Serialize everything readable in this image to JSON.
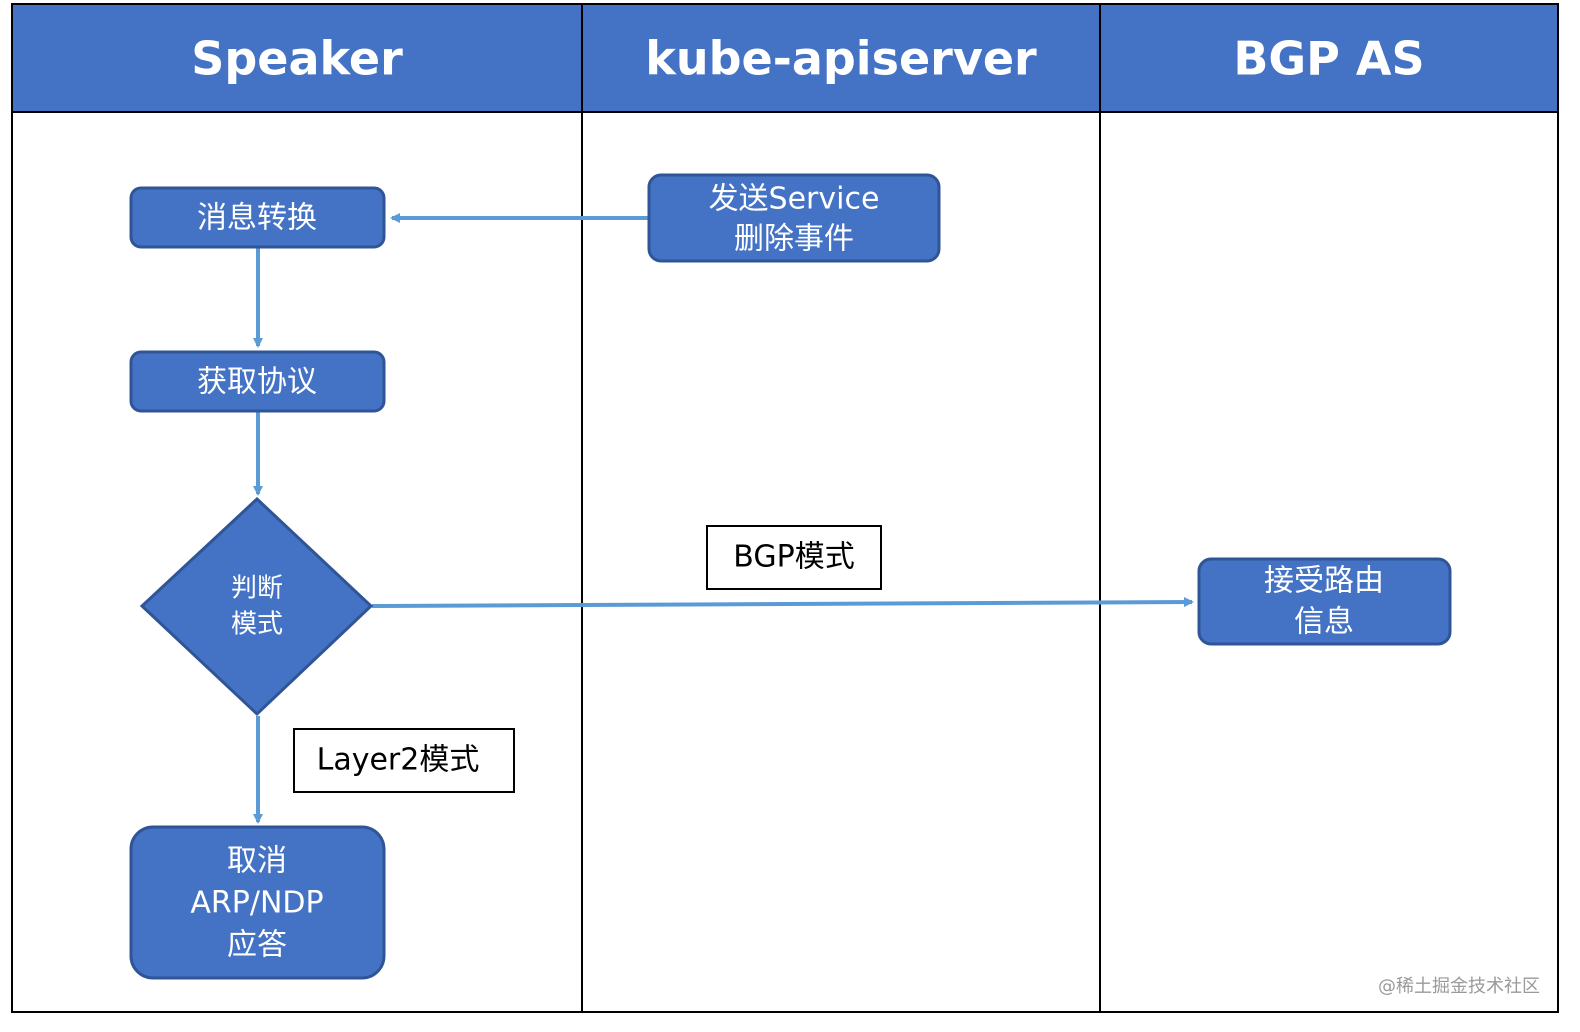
{
  "colors": {
    "header_fill": "#4472c4",
    "node_fill": "#4472c4",
    "node_border": "#2f5597",
    "arrow": "#5b9bd5",
    "lane_border": "#000000"
  },
  "lanes": [
    {
      "title": "Speaker"
    },
    {
      "title": "kube-apiserver"
    },
    {
      "title": "BGP AS"
    }
  ],
  "nodes": {
    "send_event": {
      "lines": [
        "发送Service",
        "删除事件"
      ]
    },
    "message_convert": {
      "lines": [
        "消息转换"
      ]
    },
    "get_protocol": {
      "lines": [
        "获取协议"
      ]
    },
    "judge_mode": {
      "lines": [
        "判断",
        "模式"
      ]
    },
    "cancel_reply": {
      "lines": [
        "取消",
        "ARP/NDP",
        "应答"
      ]
    },
    "accept_route": {
      "lines": [
        "接受路由",
        "信息"
      ]
    }
  },
  "edge_labels": {
    "bgp_mode": "BGP模式",
    "layer2_mode": "Layer2模式"
  },
  "watermark": "@稀土掘金技术社区"
}
